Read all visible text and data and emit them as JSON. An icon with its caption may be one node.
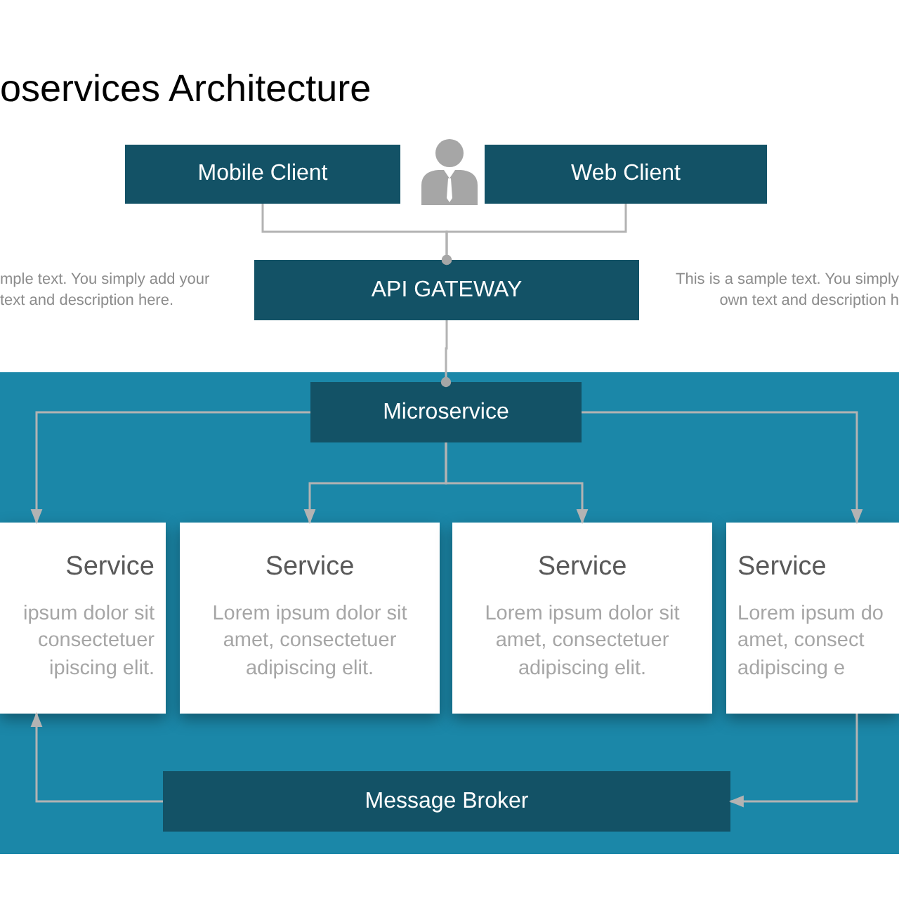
{
  "diagram": {
    "title": "oservices Architecture",
    "nodes": [
      {
        "text": [
          "Mobile Client"
        ]
      },
      {
        "text": [],
        "shape": "person"
      },
      {
        "text": [
          "Web Client"
        ]
      },
      {
        "text": [
          "API GATEWAY"
        ]
      },
      {
        "text": [],
        "shape": "band"
      },
      {
        "text": [
          "Microservice"
        ],
        "in": 4
      },
      {
        "text": [
          "Service",
          "ipsum dolor sit consectetuer ipiscing elit."
        ],
        "in": 4
      },
      {
        "text": [
          "Service",
          "Lorem ipsum dolor sit amet, consectetuer adipiscing elit."
        ],
        "in": 4
      },
      {
        "text": [
          "Service",
          "Lorem ipsum dolor sit amet, consectetuer adipiscing elit."
        ],
        "in": 4
      },
      {
        "text": [
          "Service",
          "Lorem ipsum do amet, consect adipiscing e"
        ],
        "in": 4
      },
      {
        "text": [
          "Message Broker"
        ],
        "in": 4
      }
    ],
    "edges": [
      {
        "from": 0,
        "to": 3,
        "arrow": "other"
      },
      {
        "from": 2,
        "to": 3,
        "arrow": "other"
      },
      {
        "from": 3,
        "to": 5,
        "arrow": "other"
      },
      {
        "from": 5,
        "to": 6,
        "arrow": "to"
      },
      {
        "from": 5,
        "to": 7,
        "arrow": "to"
      },
      {
        "from": 5,
        "to": 8,
        "arrow": "to"
      },
      {
        "from": 5,
        "to": 9,
        "arrow": "to"
      },
      {
        "from": 9,
        "to": 10,
        "arrow": "to"
      },
      {
        "from": 10,
        "to": 6,
        "arrow": "to"
      }
    ],
    "labels": [
      "mple text. You simply add your text and description here.",
      "This is a sample text. You simply own text and description h"
    ]
  }
}
